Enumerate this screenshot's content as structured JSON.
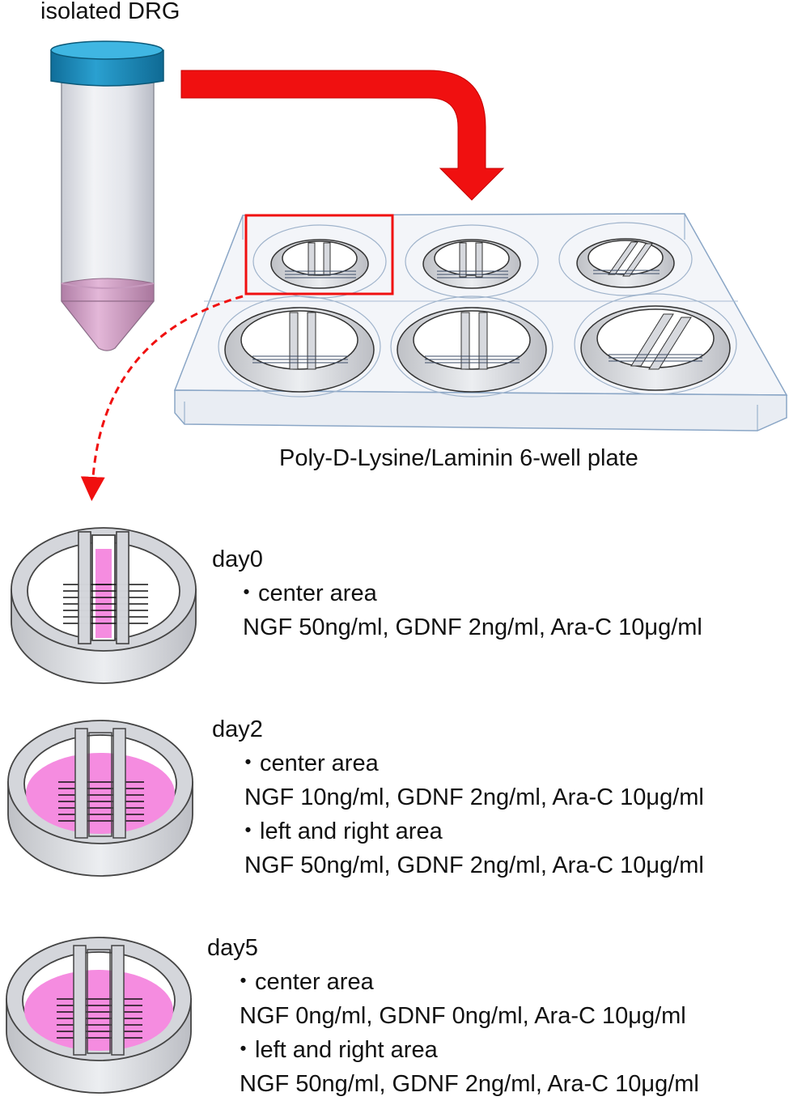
{
  "tube": {
    "label": "isolated DRG"
  },
  "plate": {
    "label": "Poly-D-Lysine/Laminin 6-well plate"
  },
  "colors": {
    "arrow": "#f01010",
    "cap": "#1a86b6",
    "medium": "#f58ce0",
    "plate_edge": "#8aa6c6"
  },
  "days": [
    {
      "day": "day0",
      "lines": [
        "・center area",
        " NGF 50ng/ml, GDNF 2ng/ml, Ara-C 10μg/ml"
      ]
    },
    {
      "day": "day2",
      "lines": [
        "・center area",
        " NGF 10ng/ml, GDNF 2ng/ml, Ara-C 10μg/ml",
        "・left and right area",
        " NGF 50ng/ml, GDNF 2ng/ml, Ara-C 10μg/ml"
      ]
    },
    {
      "day": "day5",
      "lines": [
        "・center area",
        " NGF 0ng/ml, GDNF 0ng/ml, Ara-C 10μg/ml",
        "・left and right area",
        " NGF 50ng/ml, GDNF 2ng/ml, Ara-C 10μg/ml"
      ]
    }
  ]
}
